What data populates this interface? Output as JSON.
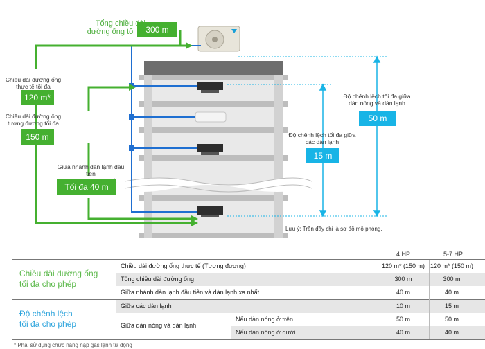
{
  "diagram": {
    "total_length_label": "Tổng chiều dài\nđường ống tối đa",
    "total_length_value": "300 m",
    "actual_length_label": "Chiều dài đường ống\nthực tế tối đa",
    "actual_length_value": "120 m*",
    "equiv_length_label": "Chiều dài đường ống\ntương đương tối đa",
    "equiv_length_value": "150 m",
    "branch_label": "Giữa nhánh dàn lạnh đầu tiên\nvà dàn lạnh xa nhất",
    "branch_value": "Tối đa 40 m",
    "indoor_diff_label": "Độ chênh lệch tối đa giữa\ncác dàn lạnh",
    "indoor_diff_value": "15 m",
    "outdoor_diff_label": "Độ chênh lệch tối đa giữa\ndàn nóng và dàn lạnh",
    "outdoor_diff_value": "50 m",
    "note": "Lưu ý: Trên đây chỉ là sơ đồ mô phỏng."
  },
  "table": {
    "col_headers": [
      "4 HP",
      "5-7 HP"
    ],
    "group1_title": "Chiều dài đường ống\ntối đa cho phép",
    "group2_title": "Độ chênh lệch\ntối đa cho phép",
    "rows": [
      {
        "label": "Chiều dài đường ống thực tế (Tương đương)",
        "v1": "120 m* (150 m)",
        "v2": "120 m* (150 m)"
      },
      {
        "label": "Tổng chiều dài đường ống",
        "v1": "300 m",
        "v2": "300 m"
      },
      {
        "label": "Giữa nhánh dàn lạnh đầu tiên và dàn lạnh xa nhất",
        "v1": "40 m",
        "v2": "40 m"
      },
      {
        "label": "Giữa các dàn lạnh",
        "v1": "10 m",
        "v2": "15 m"
      },
      {
        "label": "Giữa dàn nóng và dàn lạnh",
        "sub": "Nếu dàn nóng ở trên",
        "v1": "50 m",
        "v2": "50 m"
      },
      {
        "label": "",
        "sub": "Nếu dàn nóng ở dưới",
        "v1": "40 m",
        "v2": "40 m"
      }
    ],
    "footnote": "* Phải sử dụng chức năng nạp gas lạnh tự động"
  }
}
